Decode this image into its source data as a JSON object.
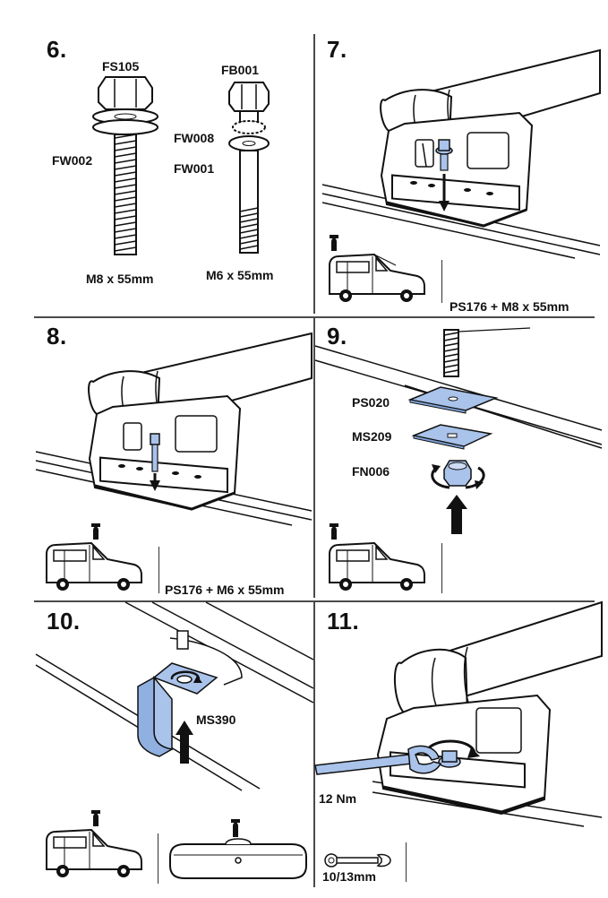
{
  "steps": {
    "s6": {
      "number": "6.",
      "labels": {
        "fs105": "FS105",
        "fb001": "FB001",
        "fw008": "FW008",
        "fw002": "FW002",
        "fw001": "FW001",
        "bolt_m8": "M8 x 55mm",
        "bolt_m6": "M6 x 55mm"
      }
    },
    "s7": {
      "number": "7.",
      "caption": "PS176 + M8 x 55mm"
    },
    "s8": {
      "number": "8.",
      "caption": "PS176 + M6 x 55mm"
    },
    "s9": {
      "number": "9.",
      "labels": {
        "ps020": "PS020",
        "ms209": "MS209",
        "fn006": "FN006"
      }
    },
    "s10": {
      "number": "10.",
      "labels": {
        "ms390": "MS390"
      }
    },
    "s11": {
      "number": "11.",
      "torque": "12 Nm",
      "wrench": "10/13mm"
    }
  },
  "colors": {
    "accent_blue": "#a9c3ea",
    "line": "#1a1a1a",
    "divider": "#4a4a4a"
  },
  "icons": [
    "van-icon",
    "hand-icon",
    "arrow-up-icon",
    "arrow-down-icon",
    "rotate-icon",
    "wrench-icon"
  ]
}
